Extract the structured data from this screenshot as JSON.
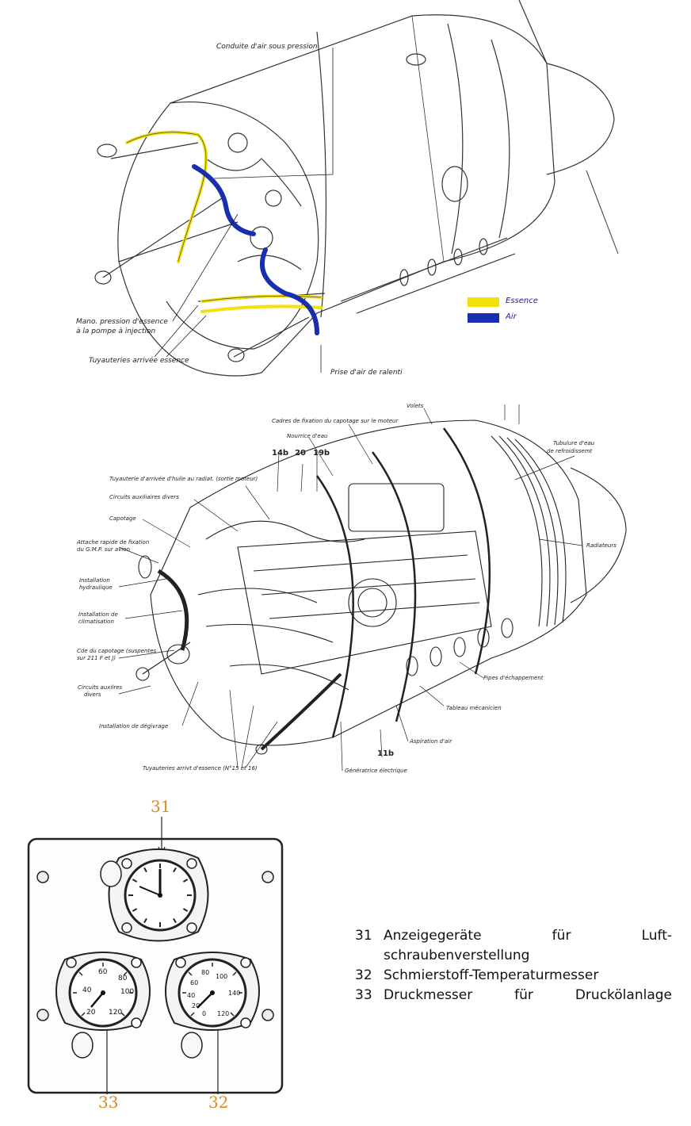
{
  "top_diagram": {
    "labels": {
      "conduite_air": "Conduite d'air sous pression",
      "mano_pression": "Mano. pression d'essence",
      "mano_pression_2": "à la pompe à injection",
      "tuyauteries_arrivee": "Tuyauteries arrivée essence",
      "prise_air": "Prise d'air de ralenti"
    },
    "legend": [
      {
        "label": "Essence",
        "color": "#f2e20a"
      },
      {
        "label": "Air",
        "color": "#1a2fb0"
      }
    ]
  },
  "middle_diagram": {
    "labels": {
      "volets": "Volets",
      "cadres": "Cadres de fixation du capotage sur le moteur",
      "nourrice": "Nourrice d'eau",
      "tubulure": "Tubulure d'eau",
      "tubulure_2": "de refroidissemt",
      "tuyauterie_huile": "Tuyauterie d'arrivée d'huile au radiat. (sortie moteur)",
      "circuits_aux": "Circuits auxiliaires divers",
      "capotage": "Capotage",
      "attache": "Attache rapide de fixation",
      "attache_2": "du G.M.P. sur avion",
      "installation_hydr": "Installation",
      "installation_hydr_2": "hydraulique",
      "installation_clim": "Installation de",
      "installation_clim_2": "climatisation",
      "cde_capotage": "Cde du capotage (suspentes",
      "cde_capotage_2": "sur 211 F et J)",
      "circuits_aux_2": "Circuits auxilres",
      "circuits_aux_2b": "divers",
      "degivrage": "Installation de dégivrage",
      "tuyauteries_arr": "Tuyauteries arrivt d'essence (N°15 et 16)",
      "radiateurs": "Radiateurs",
      "pipes": "Pipes d'échappement",
      "tableau": "Tableau mécanicien",
      "aspiration": "Aspiration d'air",
      "generatrice": "Génératrice électrique"
    },
    "numbers": {
      "n14": "14b",
      "n20": "20",
      "n19": "19b",
      "n11": "11b"
    }
  },
  "gauge_panel": {
    "callouts": {
      "c31": "31",
      "c33": "33",
      "c32": "32"
    },
    "oil_temp_scale": [
      "40",
      "60",
      "80",
      "100",
      "120",
      "20"
    ],
    "pressure_scale": [
      "100",
      "80",
      "60",
      "40",
      "20",
      "0",
      "120",
      "140"
    ]
  },
  "german_list": [
    {
      "number": "31",
      "text": "Anzeigegeräte für Luft-",
      "continuation": "schraubenverstellung"
    },
    {
      "number": "32",
      "text": "Schmierstoff-Temperaturmesser"
    },
    {
      "number": "33",
      "text": "Druckmesser für Druckölanlage"
    }
  ]
}
